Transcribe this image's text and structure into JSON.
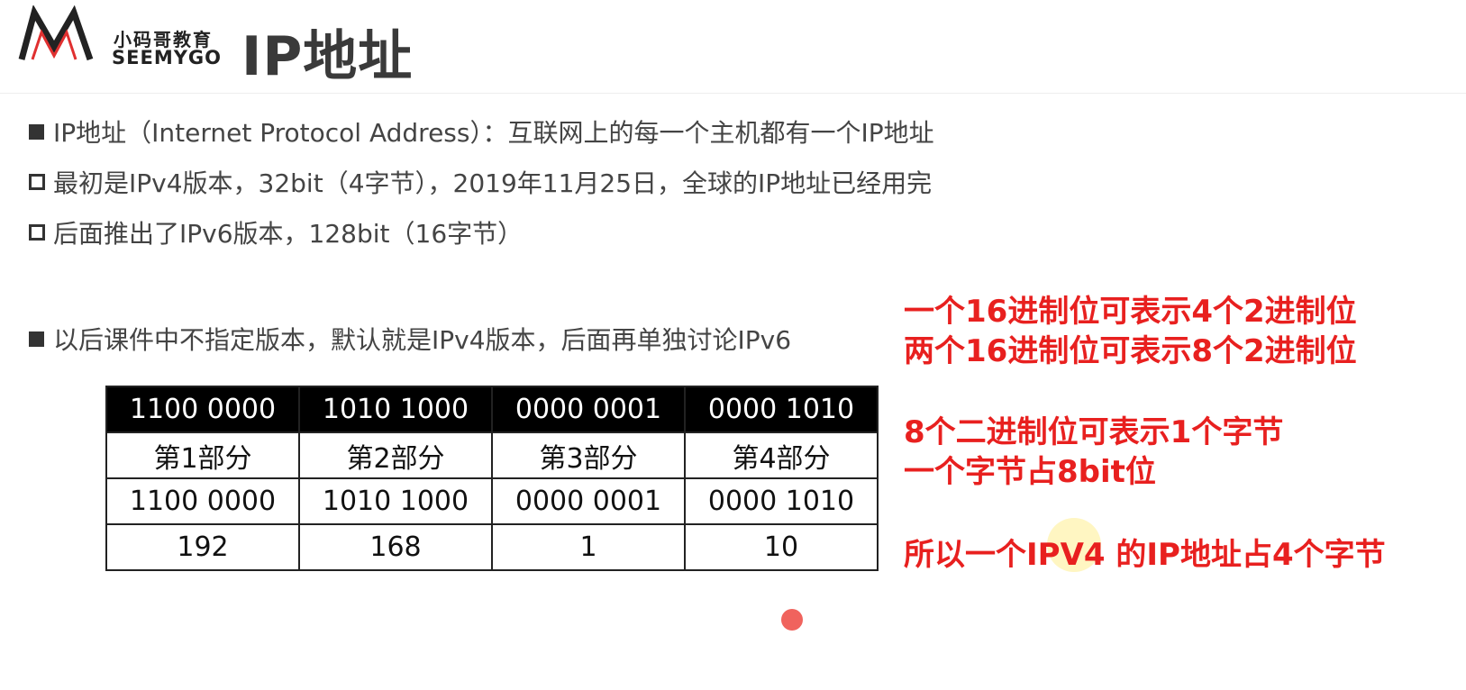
{
  "header": {
    "logo_cn": "小码哥教育",
    "logo_en": "SEEMYGO",
    "title": "IP地址"
  },
  "bullets": [
    {
      "type": "filled",
      "text": "IP地址（Internet Protocol Address）：互联网上的每一个主机都有一个IP地址"
    },
    {
      "type": "hollow",
      "text": "最初是IPv4版本，32bit（4字节），2019年11月25日，全球的IP地址已经用完"
    },
    {
      "type": "hollow",
      "text": "后面推出了IPv6版本，128bit（16字节）"
    },
    {
      "type": "filled",
      "text": "以后课件中不指定版本，默认就是IPv4版本，后面再单独讨论IPv6"
    }
  ],
  "table": {
    "header": [
      "1100 0000",
      "1010 1000",
      "0000 0001",
      "0000 1010"
    ],
    "rows": [
      [
        "第1部分",
        "第2部分",
        "第3部分",
        "第4部分"
      ],
      [
        "1100 0000",
        "1010 1000",
        "0000 0001",
        "0000 1010"
      ],
      [
        "192",
        "168",
        "1",
        "10"
      ]
    ]
  },
  "notes": [
    "一个16进制位可表示4个2进制位",
    "两个16进制位可表示8个2进制位",
    "8个二进制位可表示1个字节",
    "一个字节占8bit位",
    "所以一个IPV4 的IP地址占4个字节"
  ],
  "colors": {
    "note_red": "#e8201f",
    "table_header_bg": "#000000",
    "cursor_dot": "#f0635d"
  }
}
